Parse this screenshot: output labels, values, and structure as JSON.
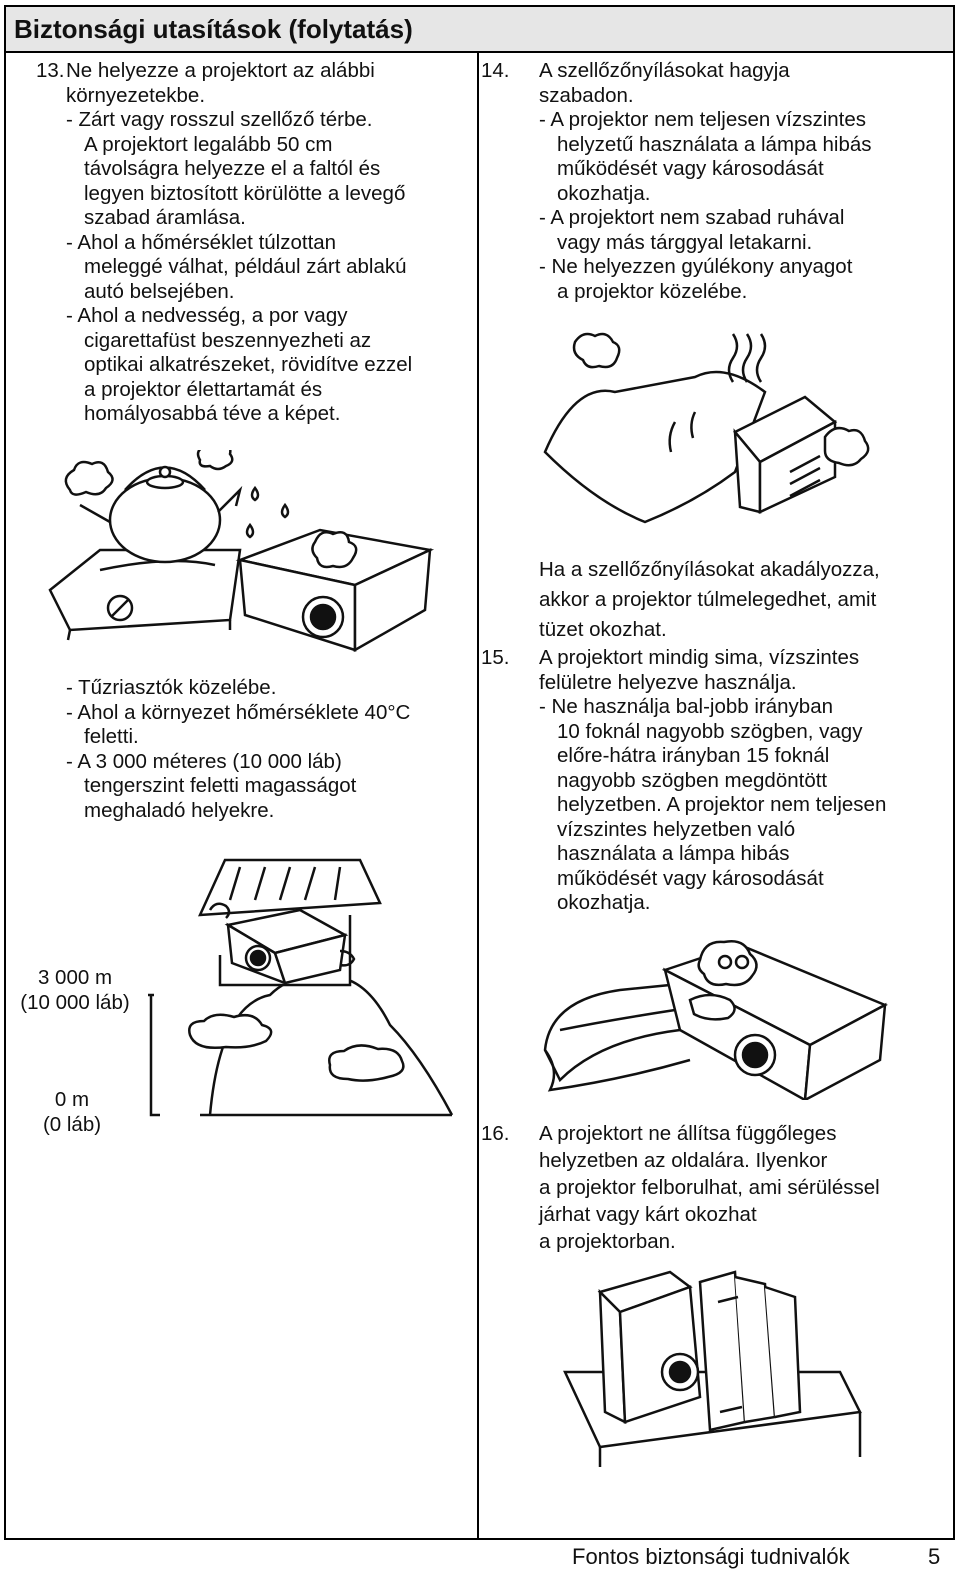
{
  "header": {
    "title": "Biztonsági utasítások (folytatás)"
  },
  "left": {
    "item13_number": "13.",
    "item13_lines": [
      "Ne helyezze a projektort az alábbi",
      "környezetekbe.",
      "- Zárt vagy rosszul szellőző térbe.",
      "A projektort legalább 50 cm",
      "távolságra helyezze el a faltól és",
      "legyen biztosított körülötte a levegő",
      "szabad áramlása.",
      "- Ahol a hőmérséklet túlzottan",
      "meleggé válhat, például zárt ablakú",
      "autó belsejében.",
      "- Ahol a nedvesség, a por vagy",
      "cigarettafüst beszennyezheti az",
      "optikai alkatrészeket, rövidítve ezzel",
      "a projektor élettartamát és",
      "homályosabbá téve a képet."
    ],
    "bullets2": [
      "- Tűzriasztók közelébe.",
      "- Ahol a környezet hőmérséklete 40°C",
      "feletti.",
      "- A 3 000 méteres (10 000 láb)",
      "tengerszint feletti magasságot",
      "meghaladó helyekre."
    ],
    "altitude_top": [
      "3 000 m",
      "(10 000 láb)"
    ],
    "altitude_bottom": [
      "0 m",
      "(0 láb)"
    ]
  },
  "right": {
    "item14_number": "14.",
    "item14_lines": [
      "A szellőzőnyílásokat hagyja",
      "szabadon.",
      "- A projektor nem teljesen vízszintes",
      "helyzetű használata a lámpa hibás",
      "működését vagy károsodását",
      "okozhatja.",
      "- A projektort nem szabad ruhával",
      "vagy más tárggyal letakarni.",
      "- Ne helyezzen gyúlékony anyagot",
      "a projektor közelébe."
    ],
    "item14_continued": [
      "Ha a szellőzőnyílásokat akadályozza,",
      "akkor a projektor túlmelegedhet, amit",
      "tüzet okozhat."
    ],
    "item15_number": "15.",
    "item15_lines": [
      "A projektort mindig sima, vízszintes",
      "felületre helyezve használja.",
      "- Ne használja bal-jobb irányban",
      "10 foknál nagyobb szögben, vagy",
      "előre-hátra irányban 15 foknál",
      "nagyobb szögben megdöntött",
      "helyzetben. A projektor nem teljesen",
      "vízszintes helyzetben való",
      "használata a lámpa hibás",
      "működését vagy károsodását",
      "okozhatja."
    ],
    "item16_number": "16.",
    "item16_lines": [
      "A projektort ne állítsa függőleges",
      "helyzetben az oldalára. Ilyenkor",
      "a projektor felborulhat, ami sérüléssel",
      "járhat vagy kárt okozhat",
      "a projektorban."
    ]
  },
  "footer": {
    "section": "Fontos biztonsági tudnivalók",
    "page": "5"
  }
}
